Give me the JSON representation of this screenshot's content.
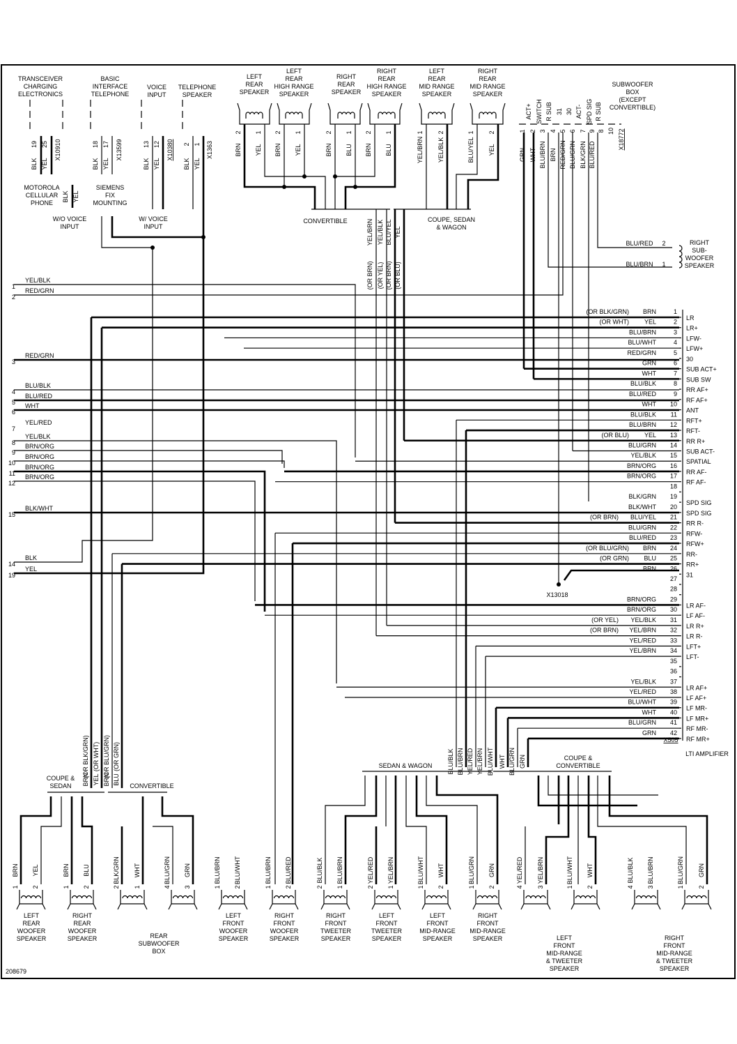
{
  "figure_id": "208679",
  "phone": {
    "transceiver": [
      "TRANSCEIVER",
      "CHARGING",
      "ELECTRONICS"
    ],
    "basic_interface": [
      "BASIC",
      "INTERFACE",
      "TELEPHONE"
    ],
    "voice_input": [
      "VOICE",
      "INPUT"
    ],
    "telephone_speaker": [
      "TELEPHONE",
      "SPEAKER"
    ],
    "motorola": [
      "MOTOROLA",
      "CELLULAR",
      "PHONE"
    ],
    "motorola_wires": [
      "BLK",
      "YEL"
    ],
    "siemens": [
      "SIEMENS",
      "FIX",
      "MOUNTING"
    ],
    "wo_voice": [
      "W/O VOICE",
      "INPUT"
    ],
    "w_voice": [
      "W/ VOICE",
      "INPUT"
    ],
    "connectors": [
      {
        "id": "X10910",
        "wires": [
          [
            "BLK",
            "19"
          ],
          [
            "YEL",
            "25"
          ]
        ]
      },
      {
        "id": "X13599",
        "wires": [
          [
            "BLK",
            "18"
          ],
          [
            "YEL",
            "17"
          ]
        ]
      },
      {
        "id": "X10380",
        "wires": [
          [
            "BLK",
            "13"
          ],
          [
            "YEL",
            "12"
          ]
        ]
      },
      {
        "id": "X1363",
        "wires": [
          [
            "BLK",
            "2"
          ],
          [
            "YEL",
            "1"
          ]
        ]
      }
    ]
  },
  "rear_speakers": [
    {
      "name": [
        "LEFT",
        "REAR",
        "SPEAKER"
      ],
      "pins": [
        [
          "2",
          "BRN"
        ],
        [
          "1",
          "YEL"
        ]
      ]
    },
    {
      "name": [
        "LEFT",
        "REAR",
        "HIGH RANGE",
        "SPEAKER"
      ],
      "pins": [
        [
          "2",
          "BRN"
        ],
        [
          "1",
          "YEL"
        ]
      ]
    },
    {
      "name": [
        "RIGHT",
        "REAR",
        "SPEAKER"
      ],
      "pins": [
        [
          "2",
          "BRN"
        ],
        [
          "1",
          "BLU"
        ]
      ]
    },
    {
      "name": [
        "RIGHT",
        "REAR",
        "HIGH RANGE",
        "SPEAKER"
      ],
      "pins": [
        [
          "2",
          "BRN"
        ],
        [
          "1",
          "BLU"
        ]
      ]
    },
    {
      "name": [
        "LEFT",
        "REAR",
        "MID RANGE",
        "SPEAKER"
      ],
      "pins": [
        [
          "1",
          "YEL/BRN"
        ],
        [
          "2",
          "YEL/BLK"
        ]
      ]
    },
    {
      "name": [
        "RIGHT",
        "REAR",
        "MID RANGE",
        "SPEAKER"
      ],
      "pins": [
        [
          "1",
          "BLU/YEL"
        ],
        [
          "2",
          "YEL"
        ]
      ]
    }
  ],
  "top_bus": {
    "convertible": "CONVERTIBLE",
    "coupe": [
      "COUPE, SEDAN",
      "& WAGON"
    ],
    "wires": [
      [
        "YEL/BRN",
        "(OR BRN)"
      ],
      [
        "YEL/BLK",
        "(OR YEL)"
      ],
      [
        "BLU/YEL",
        "(OR BRN)"
      ],
      [
        "YEL",
        "(OR BLU)"
      ]
    ]
  },
  "sub_box": {
    "title": [
      "SUBWOOFER",
      "BOX",
      "(EXCEPT",
      "CONVERTIBLE)"
    ],
    "connector": "X18772",
    "pins": [
      {
        "pin": "1",
        "wire": "GRN",
        "func": "ACT+"
      },
      {
        "pin": "2",
        "wire": "WHT",
        "func": "SWITCH"
      },
      {
        "pin": "3",
        "wire": "BLU/BRN",
        "func": "R SUB"
      },
      {
        "pin": "4",
        "wire": "BRN",
        "func": "31"
      },
      {
        "pin": "5",
        "wire": "RED/GRN",
        "func": "30"
      },
      {
        "pin": "6",
        "wire": "BLU/GRN",
        "func": "ACT-"
      },
      {
        "pin": "7",
        "wire": "BLK/GRN",
        "func": "SPD SIG"
      },
      {
        "pin": "9",
        "wire": "BLU/RED",
        "func": "R SUB"
      }
    ],
    "spare_pins": [
      "8",
      "10"
    ]
  },
  "right_sub_speaker": {
    "name": [
      "RIGHT",
      "SUB-",
      "WOOFER",
      "SPEAKER"
    ],
    "wires": [
      {
        "wire": "BLU/RED",
        "pin": "2"
      },
      {
        "wire": "BLU/BRN",
        "pin": "1"
      }
    ]
  },
  "left_pins": [
    {
      "pin": "1",
      "wire": "YEL/BLK"
    },
    {
      "pin": "2",
      "wire": "RED/GRN"
    },
    {
      "pin": "3",
      "wire": "RED/GRN"
    },
    {
      "pin": "4",
      "wire": "BLU/BLK"
    },
    {
      "pin": "5",
      "wire": "BLU/RED"
    },
    {
      "pin": "6",
      "wire": "WHT"
    },
    {
      "pin": "7",
      "wire": "YEL/RED"
    },
    {
      "pin": "8",
      "wire": "YEL/BLK"
    },
    {
      "pin": "9",
      "wire": "BRN/ORG"
    },
    {
      "pin": "10",
      "wire": "BRN/ORG"
    },
    {
      "pin": "11",
      "wire": "BRN/ORG"
    },
    {
      "pin": "12",
      "wire": "BRN/ORG"
    },
    {
      "pin": "15",
      "wire": "BLK/WHT"
    },
    {
      "pin": "14",
      "wire": "BLK"
    },
    {
      "pin": "19",
      "wire": "YEL"
    }
  ],
  "amplifier": {
    "name": "LTI AMPLIFIER",
    "connector": "X505",
    "splice": "X13018",
    "pins": [
      {
        "pin": "1",
        "alt": "(OR BLK/GRN)",
        "wire": "BRN",
        "func": "LR"
      },
      {
        "pin": "2",
        "alt": "(OR WHT)",
        "wire": "YEL",
        "func": "LR+"
      },
      {
        "pin": "3",
        "alt": "",
        "wire": "BLU/BRN",
        "func": "LFW-"
      },
      {
        "pin": "4",
        "alt": "",
        "wire": "BLU/WHT",
        "func": "LFW+"
      },
      {
        "pin": "5",
        "alt": "",
        "wire": "RED/GRN",
        "func": "30"
      },
      {
        "pin": "6",
        "alt": "",
        "wire": "GRN",
        "func": "SUB ACT+"
      },
      {
        "pin": "7",
        "alt": "",
        "wire": "WHT",
        "func": "SUB SW"
      },
      {
        "pin": "8",
        "alt": "",
        "wire": "BLU/BLK",
        "func": "RR AF+"
      },
      {
        "pin": "9",
        "alt": "",
        "wire": "BLU/RED",
        "func": "RF AF+"
      },
      {
        "pin": "10",
        "alt": "",
        "wire": "WHT",
        "func": "ANT"
      },
      {
        "pin": "11",
        "alt": "",
        "wire": "BLU/BLK",
        "func": "RFT+"
      },
      {
        "pin": "12",
        "alt": "",
        "wire": "BLU/BRN",
        "func": "RFT-"
      },
      {
        "pin": "13",
        "alt": "(OR BLU)",
        "wire": "YEL",
        "func": "RR R+"
      },
      {
        "pin": "14",
        "alt": "",
        "wire": "BLU/GRN",
        "func": "SUB ACT-"
      },
      {
        "pin": "15",
        "alt": "",
        "wire": "YEL/BLK",
        "func": "SPATIAL"
      },
      {
        "pin": "16",
        "alt": "",
        "wire": "BRN/ORG",
        "func": "RR AF-"
      },
      {
        "pin": "17",
        "alt": "",
        "wire": "BRN/ORG",
        "func": "RF AF-"
      },
      {
        "pin": "18",
        "alt": "",
        "wire": "",
        "func": ""
      },
      {
        "pin": "19",
        "alt": "",
        "wire": "BLK/GRN",
        "func": "SPD SIG"
      },
      {
        "pin": "20",
        "alt": "",
        "wire": "BLK/WHT",
        "func": "SPD SIG"
      },
      {
        "pin": "21",
        "alt": "(OR BRN)",
        "wire": "BLU/YEL",
        "func": "RR R-"
      },
      {
        "pin": "22",
        "alt": "",
        "wire": "BLU/GRN",
        "func": "RFW-"
      },
      {
        "pin": "23",
        "alt": "",
        "wire": "BLU/RED",
        "func": "RFW+"
      },
      {
        "pin": "24",
        "alt": "(OR BLU/GRN)",
        "wire": "BRN",
        "func": "RR-"
      },
      {
        "pin": "25",
        "alt": "(OR GRN)",
        "wire": "BLU",
        "func": "RR+"
      },
      {
        "pin": "26",
        "alt": "",
        "wire": "BRN",
        "func": "31"
      },
      {
        "pin": "27",
        "alt": "",
        "wire": "",
        "func": ""
      },
      {
        "pin": "28",
        "alt": "",
        "wire": "",
        "func": ""
      },
      {
        "pin": "29",
        "alt": "",
        "wire": "BRN/ORG",
        "func": "LR AF-"
      },
      {
        "pin": "30",
        "alt": "",
        "wire": "BRN/ORG",
        "func": "LF AF-"
      },
      {
        "pin": "31",
        "alt": "(OR YEL)",
        "wire": "YEL/BLK",
        "func": "LR R+"
      },
      {
        "pin": "32",
        "alt": "(OR BRN)",
        "wire": "YEL/BRN",
        "func": "LR R-"
      },
      {
        "pin": "33",
        "alt": "",
        "wire": "YEL/RED",
        "func": "LFT+"
      },
      {
        "pin": "34",
        "alt": "",
        "wire": "YEL/BRN",
        "func": "LFT-"
      },
      {
        "pin": "35",
        "alt": "",
        "wire": "",
        "func": ""
      },
      {
        "pin": "36",
        "alt": "",
        "wire": "",
        "func": ""
      },
      {
        "pin": "37",
        "alt": "",
        "wire": "YEL/BLK",
        "func": "LR AF+"
      },
      {
        "pin": "38",
        "alt": "",
        "wire": "YEL/RED",
        "func": "LF AF+"
      },
      {
        "pin": "39",
        "alt": "",
        "wire": "BLU/WHT",
        "func": "LF MR-"
      },
      {
        "pin": "40",
        "alt": "",
        "wire": "WHT",
        "func": "LF MR+"
      },
      {
        "pin": "41",
        "alt": "",
        "wire": "BLU/GRN",
        "func": "RF MR-"
      },
      {
        "pin": "42",
        "alt": "",
        "wire": "GRN",
        "func": "RF MR+"
      }
    ]
  },
  "bottom_left_bus": {
    "coupe_sedan": [
      "COUPE &",
      "SEDAN"
    ],
    "convertible": "CONVERTIBLE",
    "wires": [
      [
        "BRN",
        "(OR BLK/GRN)"
      ],
      [
        "YEL",
        "(OR WHT)"
      ],
      [
        "BRN",
        "(OR BLU/GRN)"
      ],
      [
        "BLU",
        "(OR GRN)"
      ]
    ]
  },
  "bottom_mid_bus": {
    "sedan_wagon": "SEDAN & WAGON",
    "coupe_convertible": [
      "COUPE &",
      "CONVERTIBLE"
    ],
    "wires": [
      "BLU/BLK",
      "BLU/BRN",
      "YEL/RED",
      "YEL/BRN",
      "BLU/WHT",
      "WHT",
      "BLU/GRN",
      "GRN"
    ]
  },
  "bottom_speakers": [
    {
      "name": [
        "LEFT",
        "REAR",
        "WOOFER",
        "SPEAKER"
      ],
      "pins": [
        [
          "1",
          "BRN"
        ],
        [
          "2",
          "YEL"
        ]
      ]
    },
    {
      "name": [
        "RIGHT",
        "REAR",
        "WOOFER",
        "SPEAKER"
      ],
      "pins": [
        [
          "1",
          "BRN"
        ],
        [
          "2",
          "BLU"
        ]
      ]
    },
    {
      "name": [
        "REAR",
        "SUBWOOFER",
        "BOX"
      ],
      "pins": [
        [
          "2",
          "BLK/GRN"
        ],
        [
          "1",
          "WHT"
        ],
        [
          "4",
          "BLU/GRN"
        ],
        [
          "3",
          "GRN"
        ]
      ]
    },
    {
      "name": [
        "LEFT",
        "FRONT",
        "WOOFER",
        "SPEAKER"
      ],
      "pins": [
        [
          "1",
          "BLU/BRN"
        ],
        [
          "2",
          "BLU/WHT"
        ]
      ]
    },
    {
      "name": [
        "RIGHT",
        "FRONT",
        "WOOFER",
        "SPEAKER"
      ],
      "pins": [
        [
          "1",
          "BLU/BRN"
        ],
        [
          "2",
          "BLU/RED"
        ]
      ]
    },
    {
      "name": [
        "RIGHT",
        "FRONT",
        "TWEETER",
        "SPEAKER"
      ],
      "pins": [
        [
          "2",
          "BLU/BLK"
        ],
        [
          "1",
          "BLU/BRN"
        ]
      ]
    },
    {
      "name": [
        "LEFT",
        "FRONT",
        "TWEETER",
        "SPEAKER"
      ],
      "pins": [
        [
          "2",
          "YEL/RED"
        ],
        [
          "1",
          "YEL/BRN"
        ]
      ]
    },
    {
      "name": [
        "LEFT",
        "FRONT",
        "MID-RANGE",
        "SPEAKER"
      ],
      "pins": [
        [
          "1",
          "BLU/WHT"
        ],
        [
          "2",
          "WHT"
        ]
      ]
    },
    {
      "name": [
        "RIGHT",
        "FRONT",
        "MID-RANGE",
        "SPEAKER"
      ],
      "pins": [
        [
          "1",
          "BLU/GRN"
        ],
        [
          "2",
          "GRN"
        ]
      ]
    },
    {
      "name": [
        "LEFT",
        "FRONT",
        "MID-RANGE",
        "& TWEETER",
        "SPEAKER"
      ],
      "pins": [
        [
          "4",
          "YEL/RED"
        ],
        [
          "3",
          "YEL/BRN"
        ],
        [
          "1",
          "BLU/WHT"
        ],
        [
          "2",
          "WHT"
        ]
      ]
    },
    {
      "name": [
        "RIGHT",
        "FRONT",
        "MID-RANGE",
        "& TWEETER",
        "SPEAKER"
      ],
      "pins": [
        [
          "4",
          "BLU/BLK"
        ],
        [
          "3",
          "BLU/BRN"
        ],
        [
          "1",
          "BLU/GRN"
        ],
        [
          "2",
          "GRN"
        ]
      ]
    }
  ]
}
